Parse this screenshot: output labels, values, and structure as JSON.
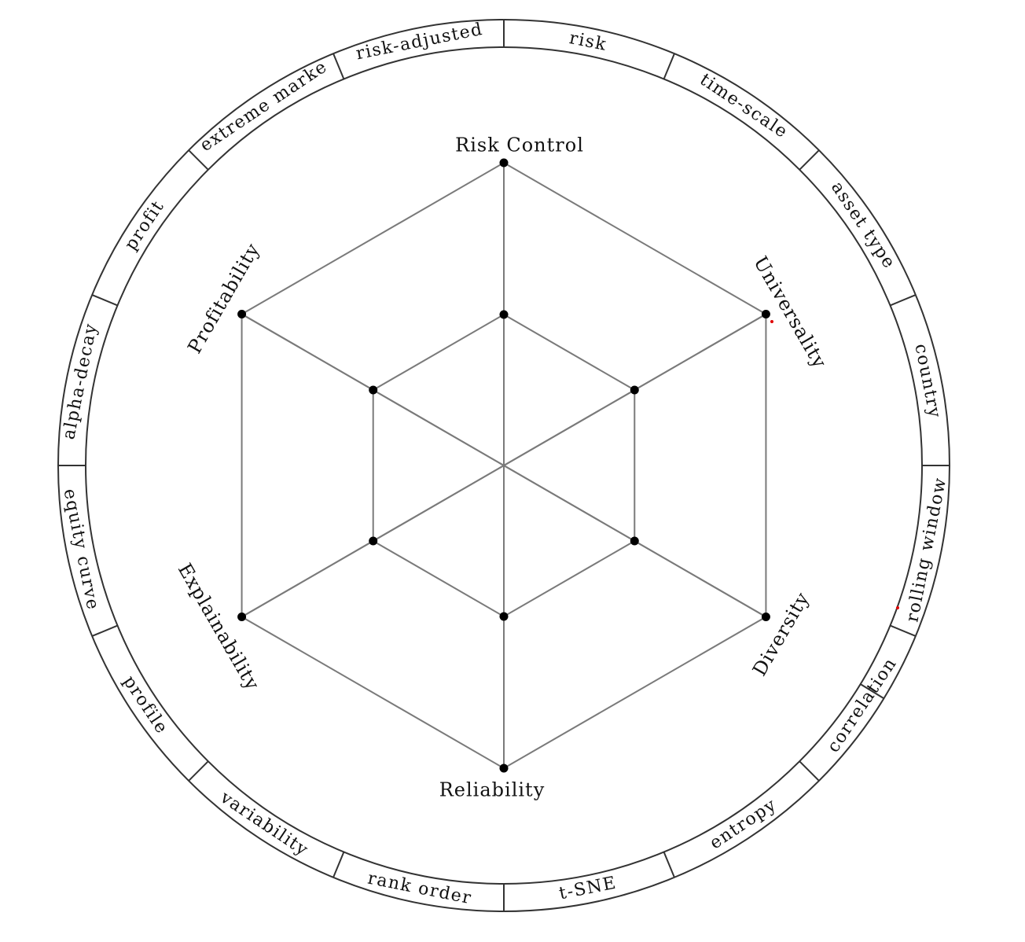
{
  "axes": [
    {
      "id": "risk-control",
      "label": "Risk Control"
    },
    {
      "id": "universality",
      "label": "Universality"
    },
    {
      "id": "diversity",
      "label": "Diversity"
    },
    {
      "id": "reliability",
      "label": "Reliability"
    },
    {
      "id": "explainability",
      "label": "Explainability"
    },
    {
      "id": "profitability",
      "label": "Profitability"
    }
  ],
  "ring_segments": [
    "risk",
    "time-scale",
    "asset type",
    "country",
    "rolling window",
    "correlation",
    "entropy",
    "t-SNE",
    "rank order",
    "variability",
    "profile",
    "equity curve",
    "alpha-decay",
    "profit",
    "extreme marke",
    "risk-adjusted"
  ],
  "colors": {
    "grid": "#7a7a7a",
    "ring": "#333333",
    "dots": "#000000",
    "text": "#111111",
    "stray_marks": "#e00000"
  }
}
